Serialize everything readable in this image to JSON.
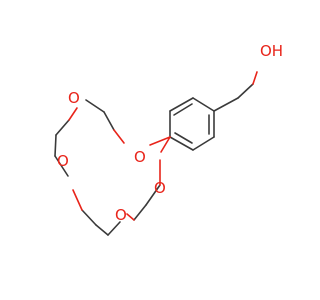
{
  "colors": {
    "bond": "#3a3a3a",
    "oxygen": "#e8241a",
    "background": "#ffffff"
  },
  "labels": {
    "hydroxyl": "OH",
    "ring_o1": "O",
    "ring_o2": "O",
    "ring_o3": "O",
    "ring_o4": "O",
    "ring_o5": "O"
  }
}
